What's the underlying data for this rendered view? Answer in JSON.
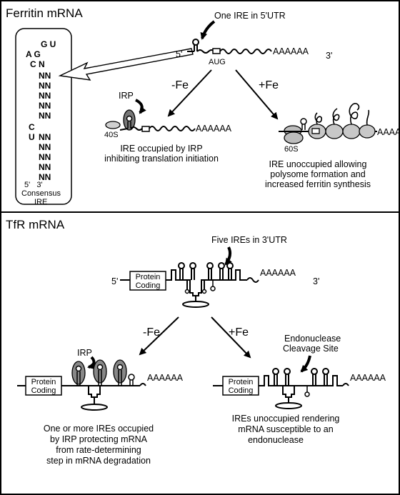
{
  "ferritin": {
    "title": "Ferritin mRNA",
    "callout": "One IRE in 5'UTR",
    "five_prime": "5'",
    "three_prime": "3'",
    "aug": "AUG",
    "poly_a": "AAAAAA",
    "minus_fe": "-Fe",
    "plus_fe": "+Fe",
    "irp": "IRP",
    "s40": "40S",
    "s60": "60S",
    "minus_caption": [
      "IRE occupied by IRP",
      "inhibiting translation initiation"
    ],
    "plus_caption": [
      "IRE unoccupied allowing",
      "polysome formation and",
      "increased ferritin synthesis"
    ],
    "consensus": {
      "loop_top": "G U",
      "loop_mid": [
        "A  G",
        "C  N"
      ],
      "pairs_upper": [
        "NN",
        "NN",
        "NN",
        "NN",
        "NN"
      ],
      "bulge_c": "C",
      "bulge_u": "U",
      "pairs_lower": [
        "NN",
        "NN",
        "NN",
        "NN",
        "NN"
      ],
      "ends": "5'   3'",
      "label": [
        "Consensus",
        "IRE"
      ]
    }
  },
  "tfr": {
    "title": "TfR mRNA",
    "callout": "Five IREs in 3'UTR",
    "five_prime": "5'",
    "three_prime": "3'",
    "protein_coding": [
      "Protein",
      "Coding"
    ],
    "poly_a": "AAAAAA",
    "minus_fe": "-Fe",
    "plus_fe": "+Fe",
    "irp": "IRP",
    "endonuclease": [
      "Endonuclease",
      "Cleavage Site"
    ],
    "minus_caption": [
      "One or more IREs occupied",
      "by IRP protecting mRNA",
      "from rate-determining",
      "step in mRNA degradation"
    ],
    "plus_caption": [
      "IREs unoccupied rendering",
      "mRNA susceptible to an",
      "endonuclease"
    ]
  }
}
